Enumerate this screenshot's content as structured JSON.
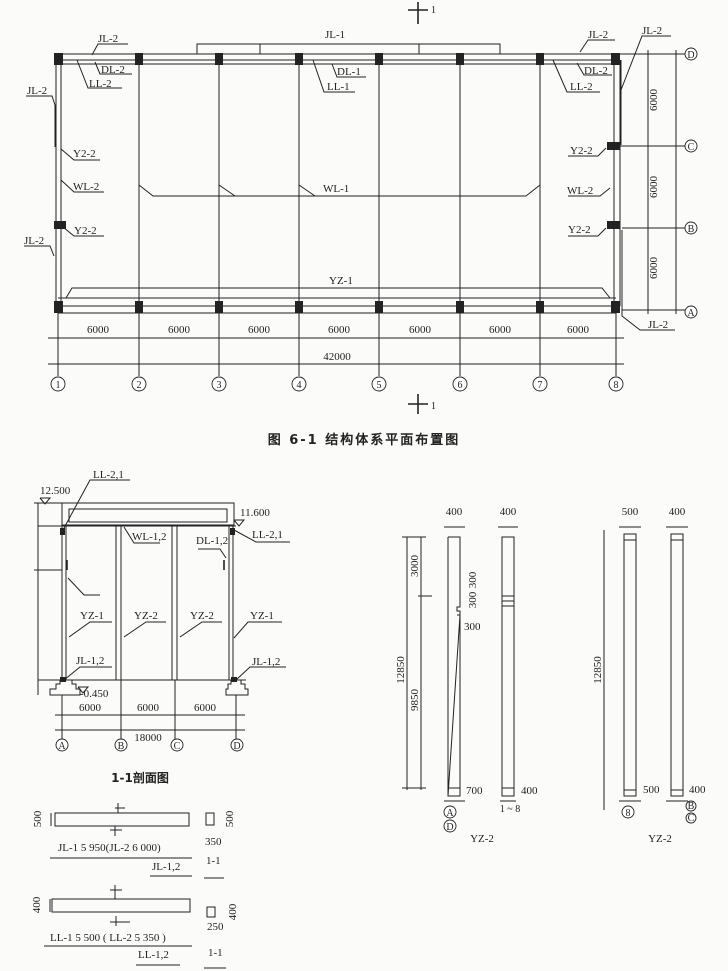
{
  "plan": {
    "caption": "图 6-1   结构体系平面布置图",
    "section_mark": "1",
    "labels": {
      "jl1": "JL-1",
      "jl2": "JL-2",
      "dl1": "DL-1",
      "dl2": "DL-2",
      "ll1": "LL-1",
      "ll2": "LL-2",
      "y22": "Y2-2",
      "wl1": "WL-1",
      "wl2": "WL-2",
      "yz1": "YZ-1"
    },
    "bay_dims": [
      "6000",
      "6000",
      "6000",
      "6000",
      "6000",
      "6000",
      "6000"
    ],
    "total_dim": "42000",
    "vertical_dims": [
      "6000",
      "6000",
      "6000"
    ],
    "axes_x": [
      "1",
      "2",
      "3",
      "4",
      "5",
      "6",
      "7",
      "8"
    ],
    "axes_y": [
      "D",
      "C",
      "B",
      "A"
    ]
  },
  "section": {
    "title": "1-1剖面图",
    "elev_top": "12.500",
    "elev_eave": "11.600",
    "elev_ground": "-0.450",
    "labels": {
      "ll21": "LL-2,1",
      "wl12": "WL-1,2",
      "dl12": "DL-1,2",
      "yz1": "YZ-1",
      "yz2": "YZ-2",
      "jl12": "JL-1,2"
    },
    "bay_dims": [
      "6000",
      "6000",
      "6000"
    ],
    "total_dim": "18000",
    "axes": [
      "A",
      "B",
      "C",
      "D"
    ]
  },
  "columns": {
    "left": {
      "title": "YZ-2",
      "width_a": "400",
      "width_b": "400",
      "heights": {
        "total": "12850",
        "upper": "3000",
        "lower": "9850"
      },
      "notch": [
        "300",
        "300",
        "300"
      ],
      "base_a": "700",
      "base_b": "400",
      "axis_a": [
        "A",
        "D"
      ],
      "axis_b": "1 ~ 8"
    },
    "right": {
      "title": "YZ-2",
      "width_a": "500",
      "width_b": "400",
      "height": "12850",
      "base_a": "500",
      "base_b": "400",
      "axis_a": "8",
      "axis_b": [
        "B",
        "C"
      ]
    }
  },
  "beams": {
    "jl": {
      "height": "500",
      "span": "JL-1  5 950(JL-2  6 000)",
      "name": "JL-1,2",
      "sec_w": "350",
      "sec_h": "500",
      "sec_name": "1-1"
    },
    "ll": {
      "height": "400",
      "span": "LL-1  5 500 ( LL-2  5 350 )",
      "name": "LL-1,2",
      "sec_w": "250",
      "sec_h": "400",
      "sec_name": "1-1"
    }
  }
}
